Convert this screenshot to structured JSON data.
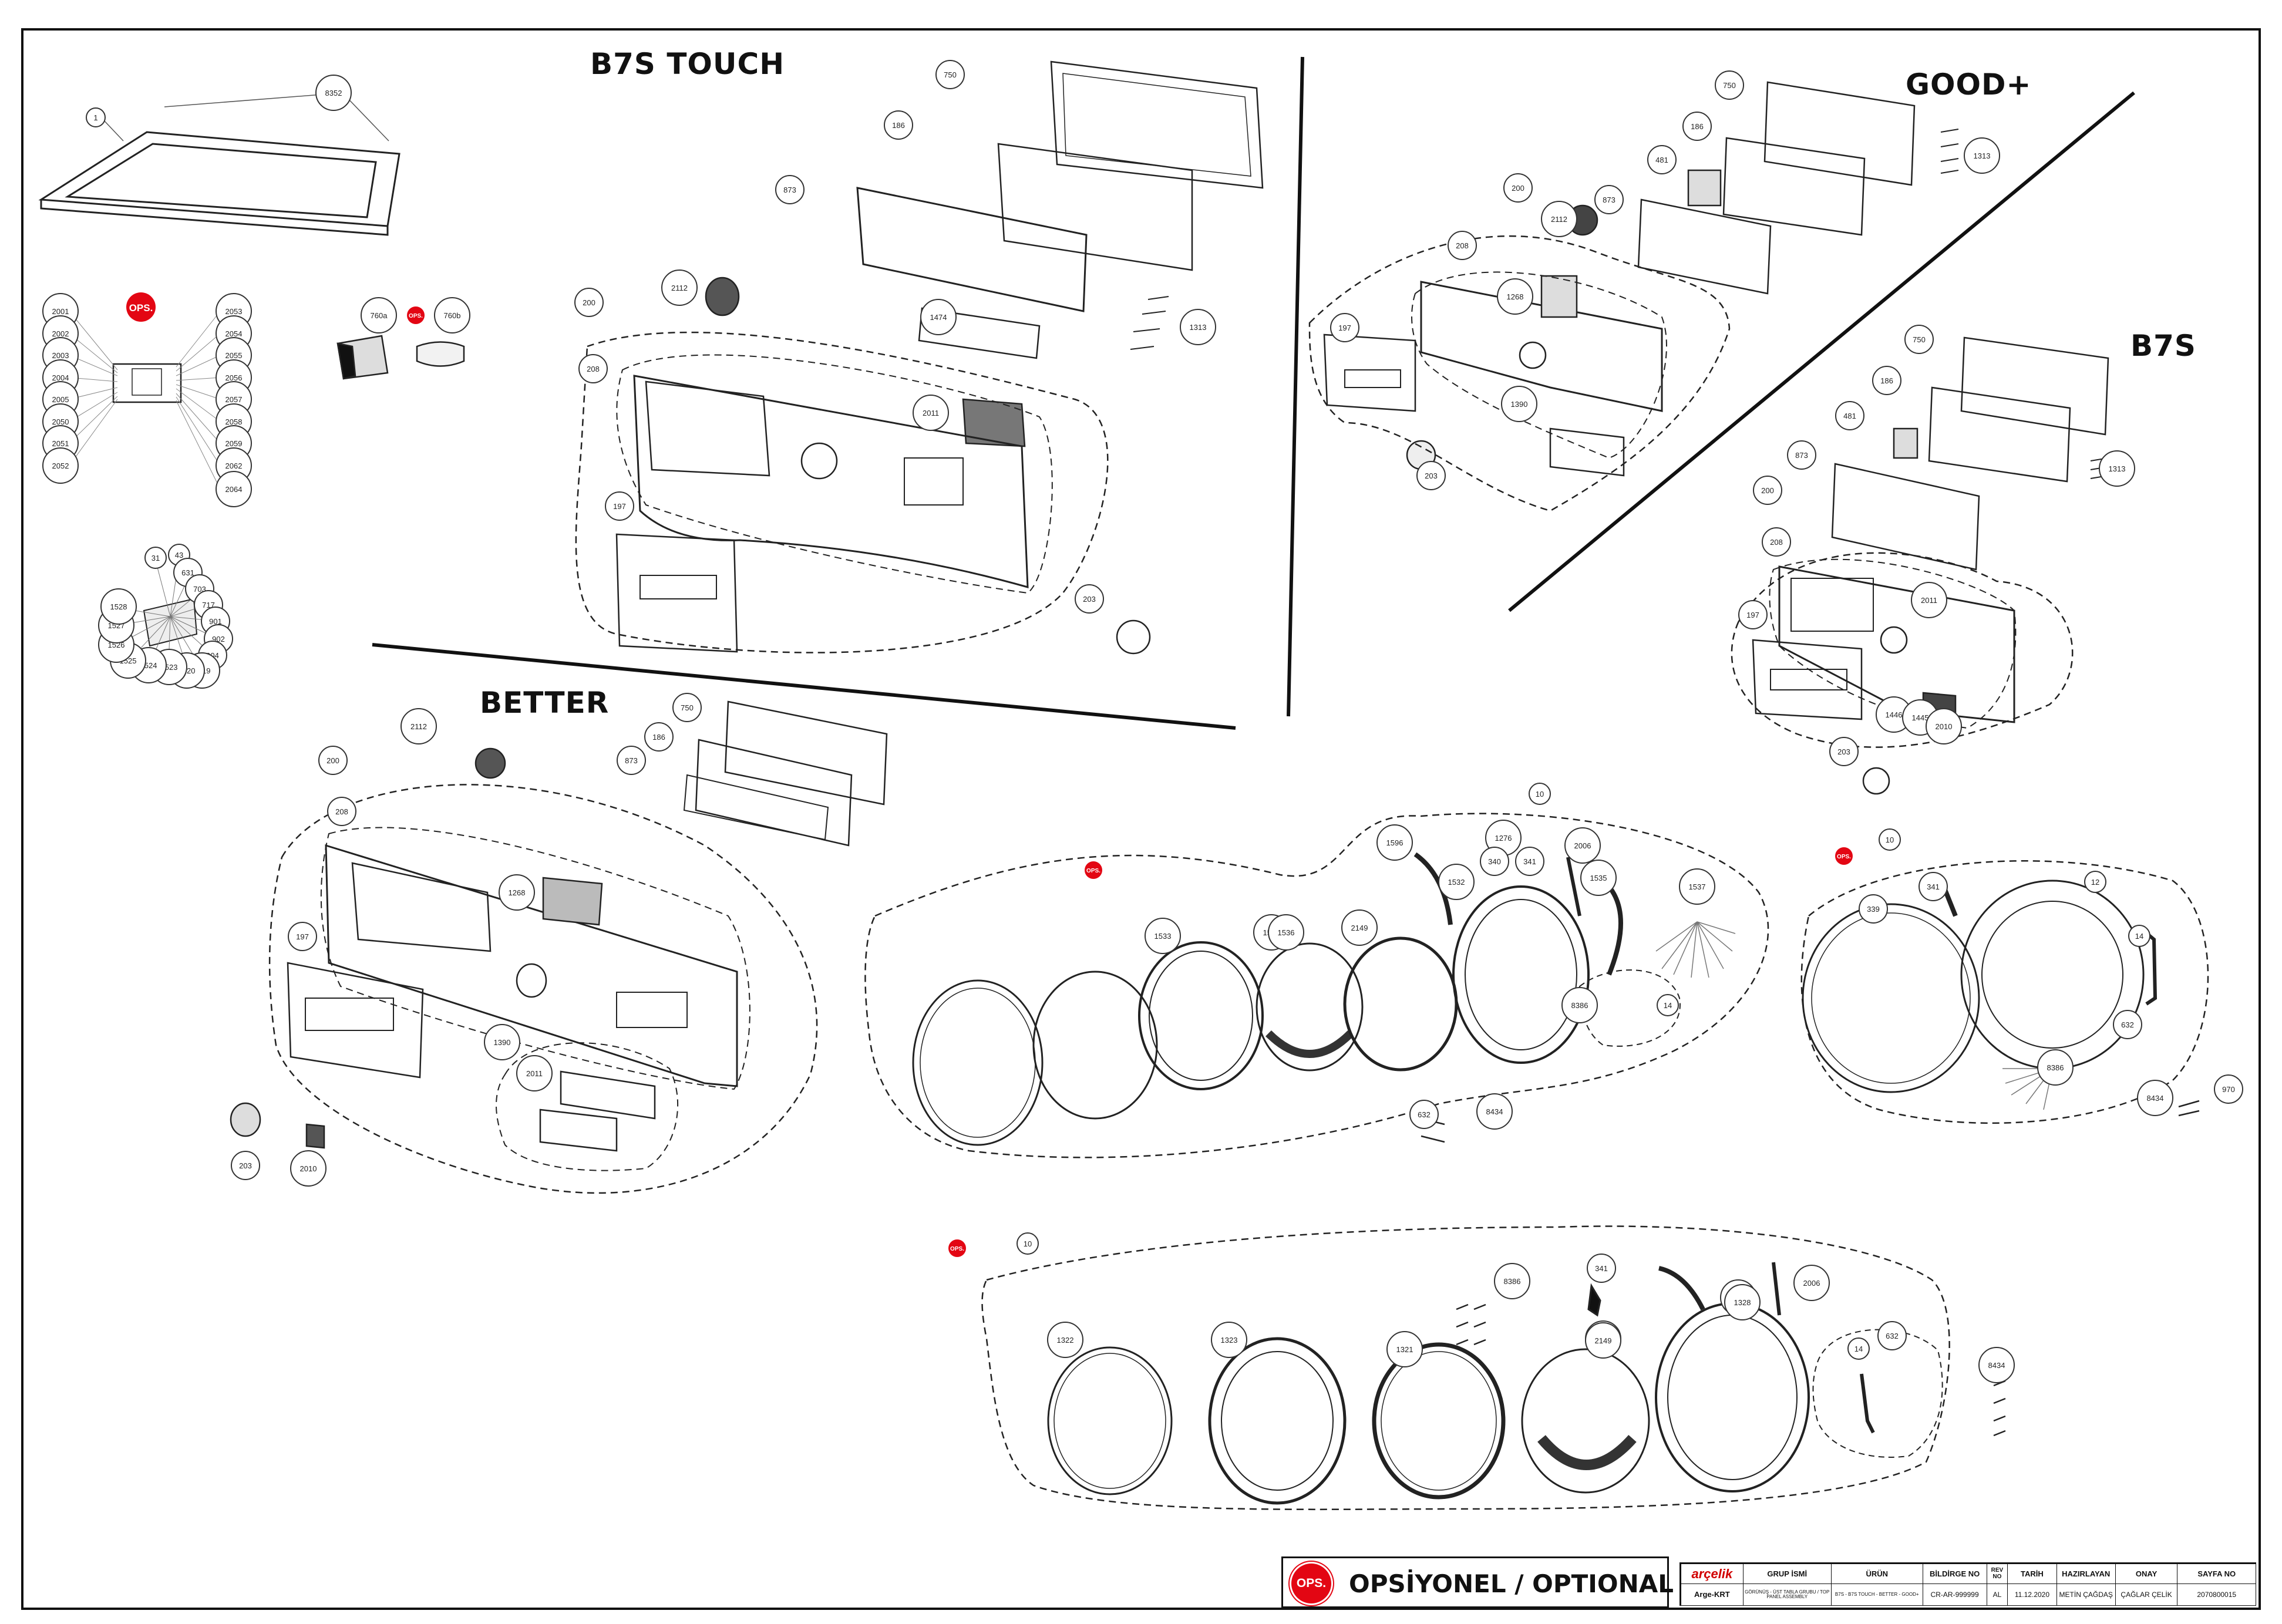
{
  "sections": {
    "b7s_touch": "B7S TOUCH",
    "good_plus": "GOOD+",
    "b7s": "B7S",
    "better": "BETTER"
  },
  "ops_badge": "OPS.",
  "legend": {
    "badge": "OPS.",
    "text": "OPSİYONEL / OPTIONAL"
  },
  "title_block": {
    "brand": "arçelik",
    "dept": "Arge-KRT",
    "group_label": "GRUP İSMİ",
    "group_value": "GÖRÜNÜŞ - ÜST TABLA GRUBU / TOP PANEL ASSEMBLY",
    "product_label": "ÜRÜN",
    "product_value": "B7S - B7S TOUCH - BETTER - GOOD+",
    "notice_label": "BİLDİRGE NO",
    "notice_value": "CR-AR-999999",
    "rev_label": "REV NO",
    "rev_value": "AL",
    "date_label": "TARİH",
    "date_value": "11.12.2020",
    "prepared_label": "HAZIRLAYAN",
    "prepared_value": "METİN ÇAĞDAŞ",
    "approved_label": "ONAY",
    "approved_value": "ÇAĞLAR ÇELİK",
    "sheet_label": "SAYFA NO",
    "sheet_value": "2070800015"
  },
  "callouts": {
    "top_cover": [
      "1",
      "8352"
    ],
    "label_sheet": [
      "2001",
      "2002",
      "2003",
      "2004",
      "2005",
      "2050",
      "2051",
      "2052",
      "2053",
      "2054",
      "2055",
      "2056",
      "2057",
      "2058",
      "2059",
      "2062",
      "2064"
    ],
    "wire_bundle": [
      "31",
      "43",
      "631",
      "703",
      "717",
      "901",
      "902",
      "904",
      "1519",
      "1520",
      "1523",
      "1524",
      "1525",
      "1526",
      "1527",
      "1528"
    ],
    "knob_parts": [
      "760a",
      "760b"
    ],
    "b7s_touch": [
      "750",
      "186",
      "873",
      "2112",
      "1474",
      "1313",
      "200",
      "208",
      "2011",
      "197",
      "203"
    ],
    "good_plus": [
      "750",
      "186",
      "481",
      "2112",
      "873",
      "1313",
      "200",
      "208",
      "1268",
      "197",
      "1390",
      "203"
    ],
    "b7s": [
      "750",
      "186",
      "481",
      "873",
      "1313",
      "200",
      "208",
      "2011",
      "197",
      "1446",
      "1445",
      "2010",
      "203"
    ],
    "better": [
      "750",
      "2112",
      "186",
      "873",
      "200",
      "208",
      "1268",
      "197",
      "1390",
      "2011",
      "203",
      "2010"
    ],
    "door_a": [
      "10",
      "1596",
      "1276",
      "340",
      "341",
      "2006",
      "1532",
      "1533",
      "1534",
      "1536",
      "2149",
      "1535",
      "1537",
      "8386",
      "14",
      "632",
      "8434",
      "970"
    ],
    "door_b": [
      "10",
      "339",
      "341",
      "12",
      "14",
      "632",
      "8386",
      "8434",
      "970"
    ],
    "door_c": [
      "10",
      "1322",
      "1323",
      "1321",
      "1329",
      "2149",
      "1324",
      "341",
      "8386",
      "1328",
      "2006",
      "14",
      "632",
      "8434"
    ]
  }
}
